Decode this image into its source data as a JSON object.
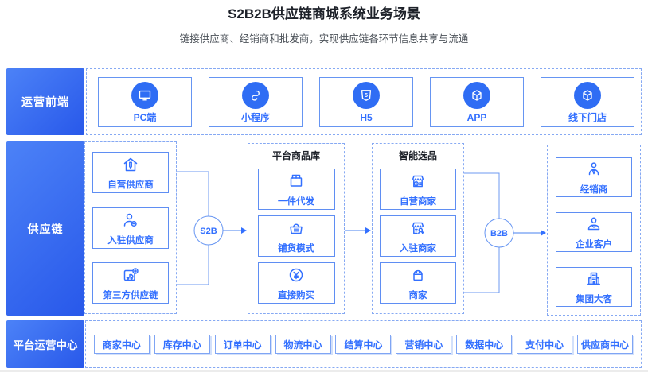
{
  "header": {
    "title": "S2B2B供应链商城系统业务场景",
    "subtitle": "链接供应商、经销商和批发商，实现供应链各环节信息共享与流通"
  },
  "colors": {
    "accent": "#3370ff",
    "icon_circle": "#2f6df4",
    "card_border": "#5f8ef3",
    "dashed_border": "#86a9f3",
    "label_gradient_start": "#4c82f7",
    "label_gradient_end": "#2858ea",
    "title_text": "#1d2129",
    "connector_line": "#6c9af2"
  },
  "frontend": {
    "label": "运营前端",
    "items": [
      {
        "label": "PC端",
        "icon": "pc-monitor-icon"
      },
      {
        "label": "小程序",
        "icon": "mini-program-icon"
      },
      {
        "label": "H5",
        "icon": "h5-icon"
      },
      {
        "label": "APP",
        "icon": "app-cube-icon"
      },
      {
        "label": "线下门店",
        "icon": "store-cube-icon"
      }
    ]
  },
  "supply": {
    "label": "供应链",
    "suppliers": [
      {
        "label": "自营供应商",
        "icon": "home-edit-icon"
      },
      {
        "label": "入驻供应商",
        "icon": "person-badge-icon"
      },
      {
        "label": "第三方供应链",
        "icon": "truck-plus-icon"
      }
    ],
    "s2b_label": "S2B",
    "product_pool": {
      "title": "平台商品库",
      "items": [
        {
          "label": "一件代发",
          "icon": "package-icon"
        },
        {
          "label": "铺货模式",
          "icon": "basket-icon"
        },
        {
          "label": "直接购买",
          "icon": "yuan-circle-icon"
        }
      ]
    },
    "smart_selection": {
      "title": "智能选品",
      "items": [
        {
          "label": "自营商家",
          "icon": "storefront-check-icon"
        },
        {
          "label": "入驻商家",
          "icon": "storefront-person-icon"
        },
        {
          "label": "商家",
          "icon": "storefront-icon"
        }
      ]
    },
    "b2b_label": "B2B",
    "customers": [
      {
        "label": "经销商",
        "icon": "person-tie-icon"
      },
      {
        "label": "企业客户",
        "icon": "person-suit-icon"
      },
      {
        "label": "集团大客",
        "icon": "building-icon"
      }
    ]
  },
  "operations": {
    "label": "平台运营中心",
    "items": [
      {
        "label": "商家中心"
      },
      {
        "label": "库存中心"
      },
      {
        "label": "订单中心"
      },
      {
        "label": "物流中心"
      },
      {
        "label": "结算中心"
      },
      {
        "label": "营销中心"
      },
      {
        "label": "数据中心"
      },
      {
        "label": "支付中心"
      },
      {
        "label": "供应商中心"
      }
    ]
  }
}
